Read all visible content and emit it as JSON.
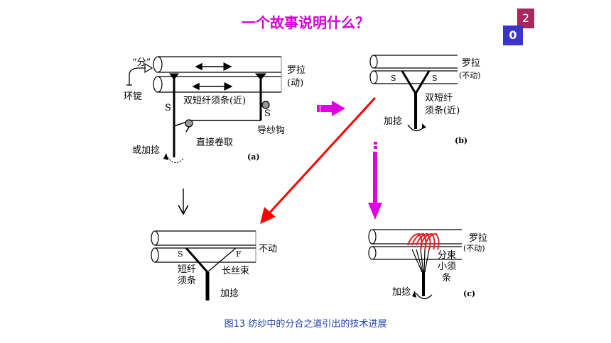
{
  "title": "一个故事说明什么？",
  "badge": {
    "top": "2",
    "bottom": "0"
  },
  "caption": "图13   纺纱中的分合之道引出的技术进展",
  "panel_a": {
    "fen": "“分”",
    "huanding": "环锭",
    "luola_1": "罗拉",
    "luola_2": "(动)",
    "s_left": "S",
    "shuang": "双短纤须条(近)",
    "s_right": "S",
    "daoshagou": "导纱钩",
    "zhijie": "直接卷取",
    "huojianian": "或加捻",
    "label": "(a)"
  },
  "panel_b": {
    "luola": "罗拉",
    "budong": "(不动)",
    "s1": "S",
    "s2": "S",
    "shuang_1": "双短纤",
    "shuang_2": "须条(近)",
    "jianian": "加捻",
    "label": "(b)"
  },
  "panel_d": {
    "s": "S",
    "f": "F",
    "budong": "不动",
    "duanxian_1": "短纤",
    "duanxian_2": "须条",
    "changsi": "长丝束",
    "jianian": "加捻"
  },
  "panel_c": {
    "luola": "罗拉",
    "budong": "(不动)",
    "fenshu": "分束",
    "xiao": "小须",
    "tiao": "条",
    "jianian": "加捻",
    "label": "(c)"
  },
  "colors": {
    "title": "#d400d4",
    "arrow_red": "#ff0000",
    "arrow_magenta": "#e100e1",
    "coil_red": "#e02020",
    "caption": "#1f3fa8",
    "badge_top": "#a6285e",
    "badge_bottom": "#3b34c9"
  }
}
